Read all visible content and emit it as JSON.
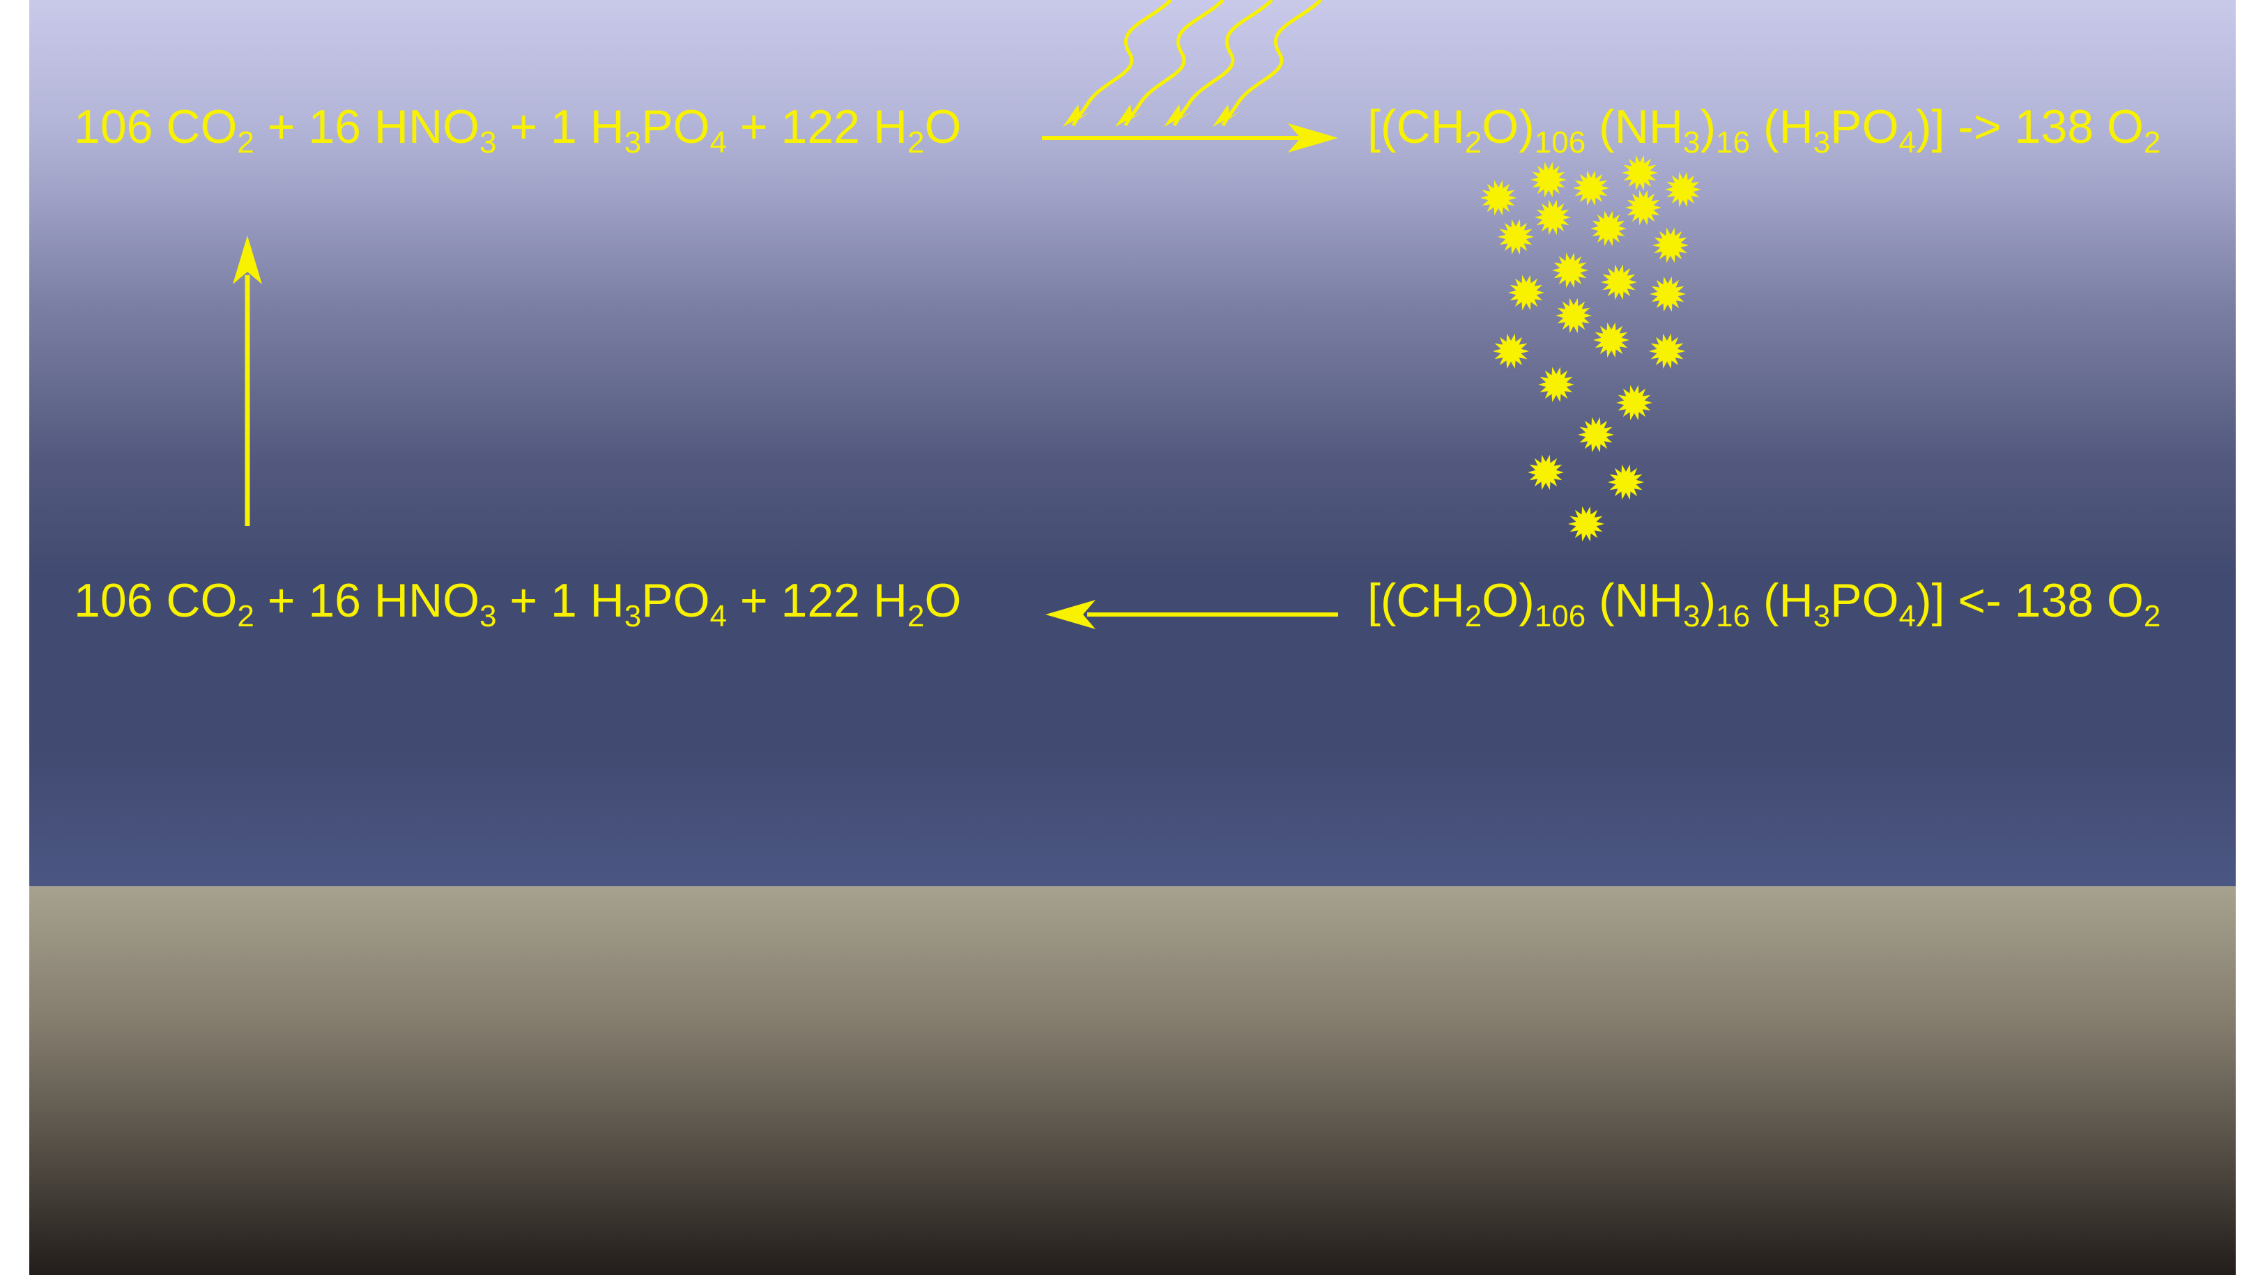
{
  "diagram": {
    "top_left": {
      "text": "106 CO$2$ + 16 HNO$3$ + 1 H$3$PO$4$ + 122 H$2$O"
    },
    "top_right": {
      "text": "[(CH$2$O)$106$ (NH$3$)$16$ (H$3$PO$4$)] -> 138 O$2$"
    },
    "bottom_left": {
      "text": "106 CO$2$ + 16 HNO$3$ + 1 H$3$PO$4$ + 122 H$2$O"
    },
    "bottom_right": {
      "text": "[(CH$2$O)$106$ (NH$3$)$16$ (H$3$PO$4$)] <- 138 O$2$"
    },
    "colors": {
      "label": "#f8f200",
      "arrow": "#f8f200",
      "particle": "#f8f200",
      "water_top": "#c9c9ea",
      "water_deep": "#414a70",
      "sediment_top": "#a7a18f",
      "sediment_bottom": "#231d1b"
    },
    "icons": [
      "sunlight-ray-icon",
      "organic-particle-icon",
      "arrow-icon"
    ]
  }
}
